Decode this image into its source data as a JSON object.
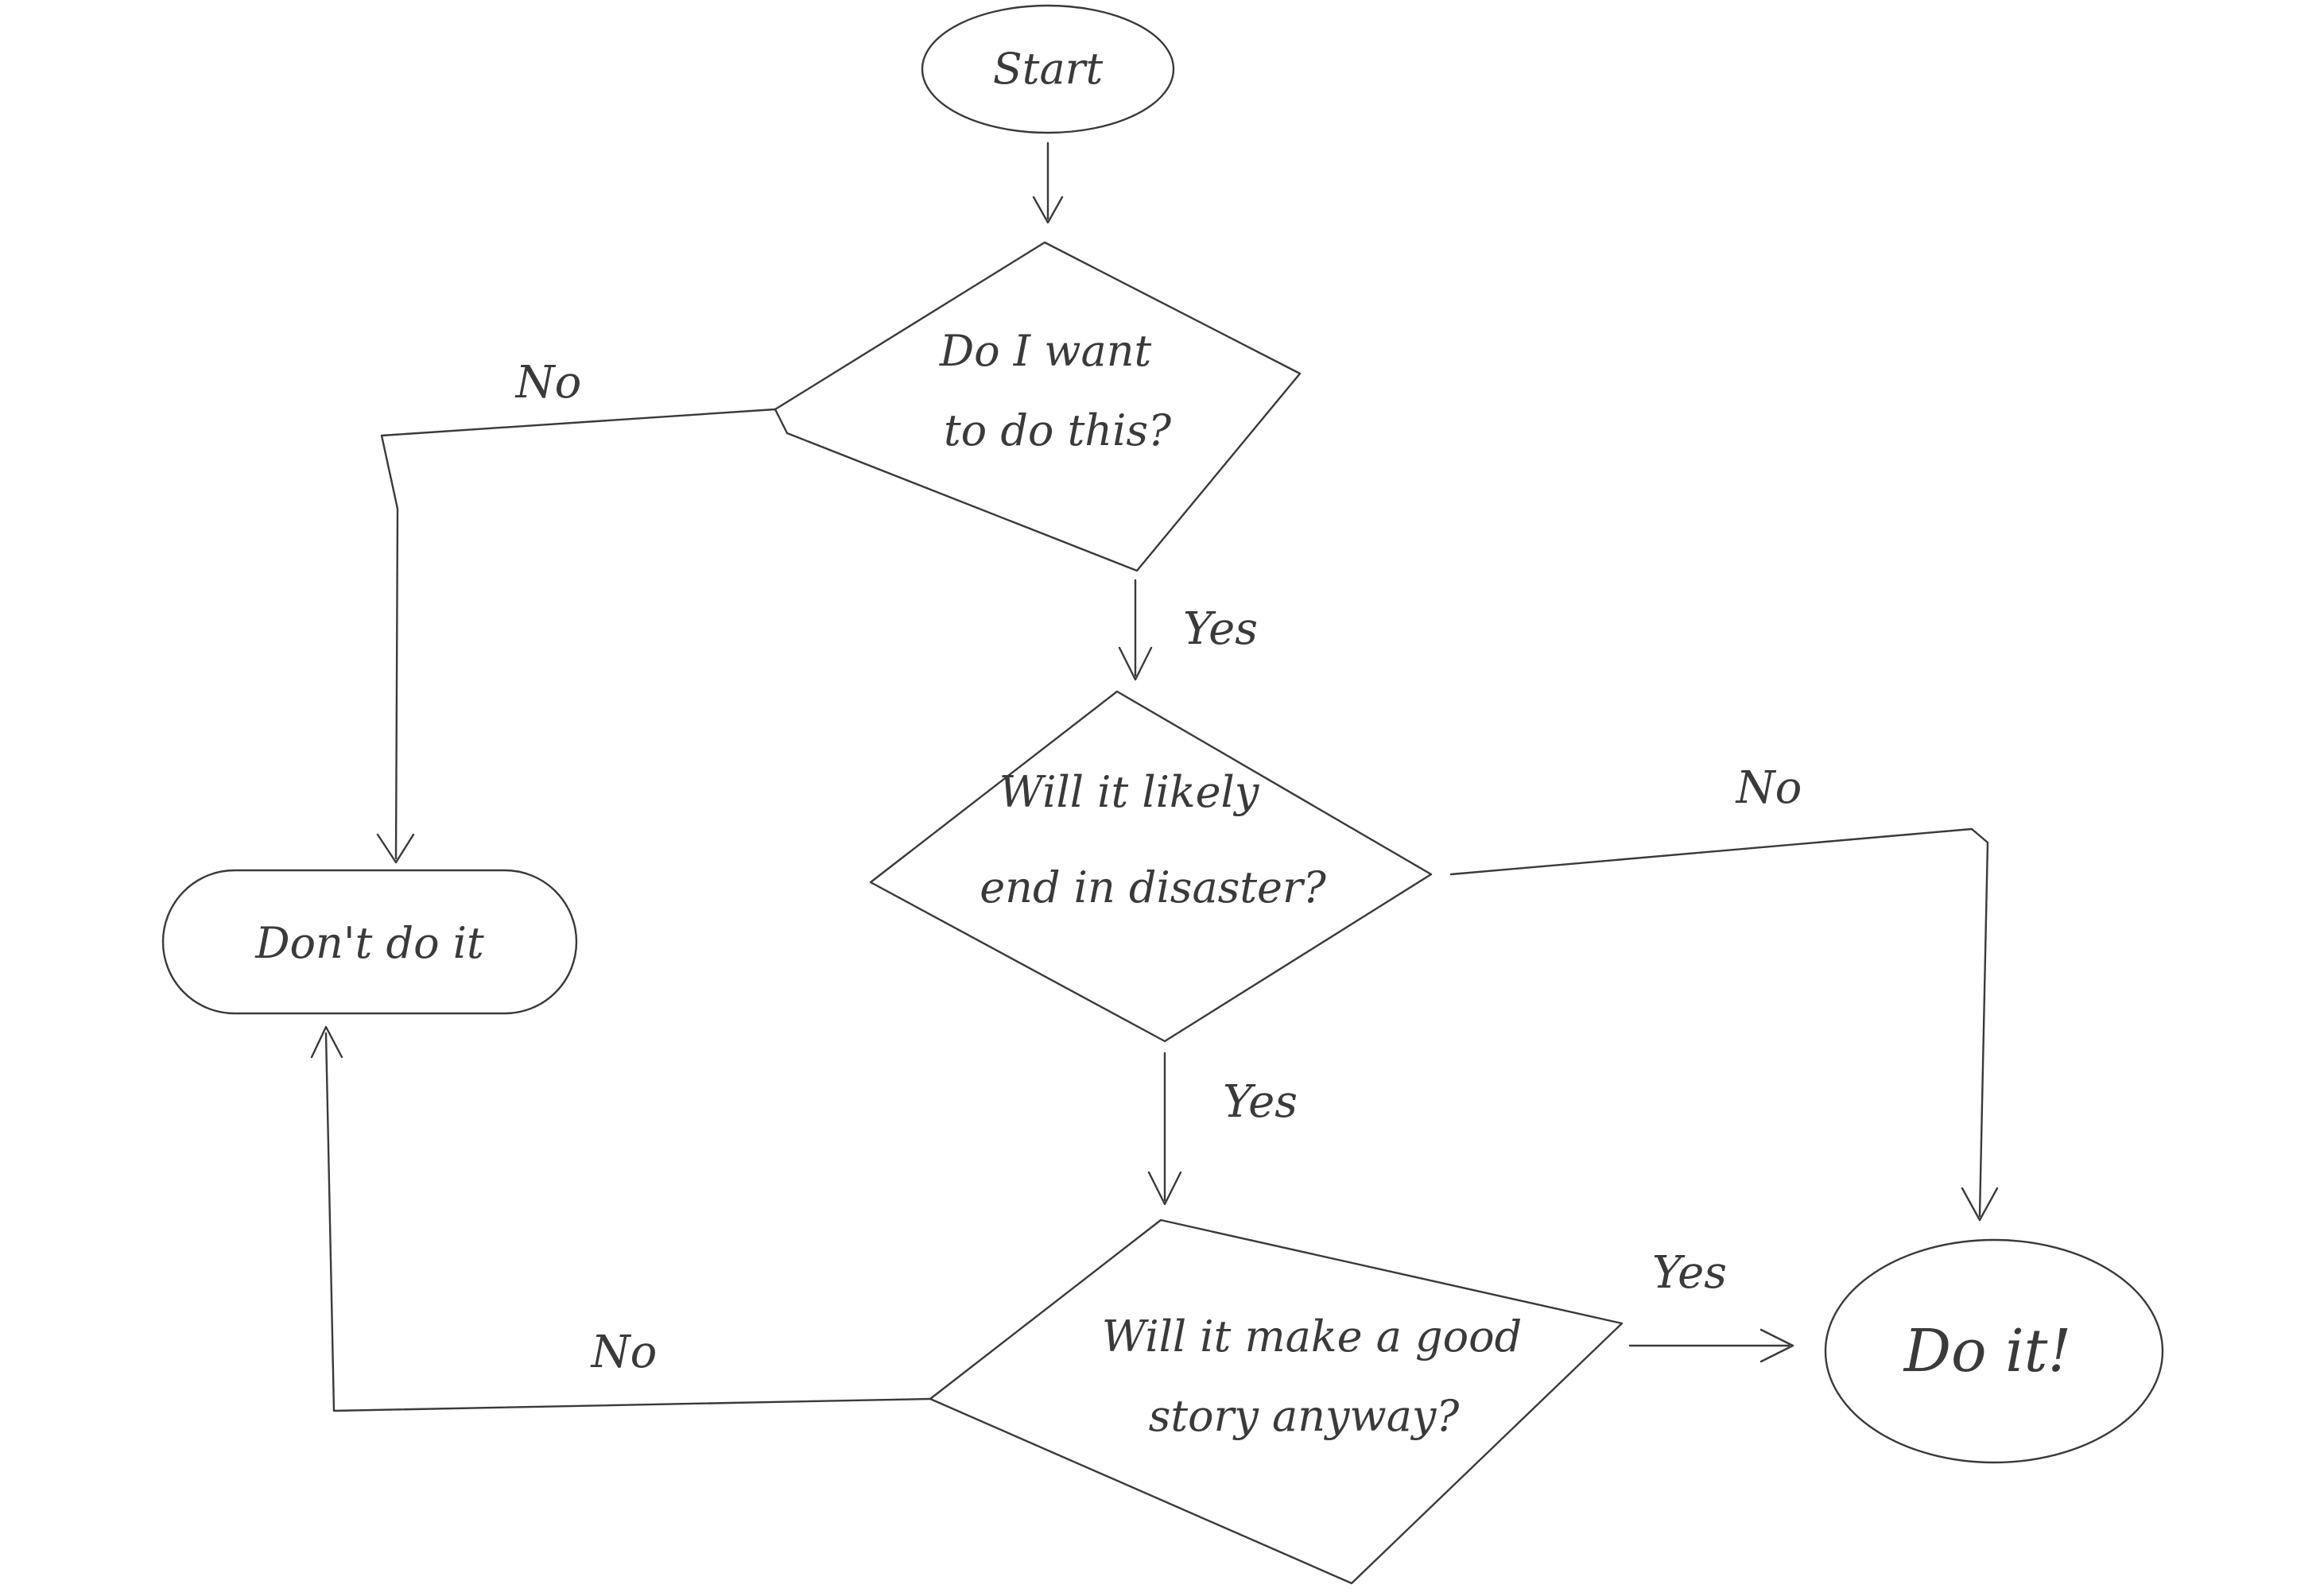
{
  "nodes": {
    "start": "Start",
    "decision_want": {
      "line1": "Do I want",
      "line2": "to do this?"
    },
    "decision_disaster": {
      "line1": "Will it likely",
      "line2": "end in disaster?"
    },
    "decision_story": {
      "line1": "Will it make a good",
      "line2": "story anyway?"
    },
    "dont": "Don't do it",
    "do": "Do it!"
  },
  "edges": {
    "want_no": "No",
    "want_yes": "Yes",
    "disaster_no": "No",
    "disaster_yes": "Yes",
    "story_yes": "Yes",
    "story_no": "No"
  },
  "colors": {
    "ink": "#3a3a3a",
    "background": "#ffffff"
  }
}
